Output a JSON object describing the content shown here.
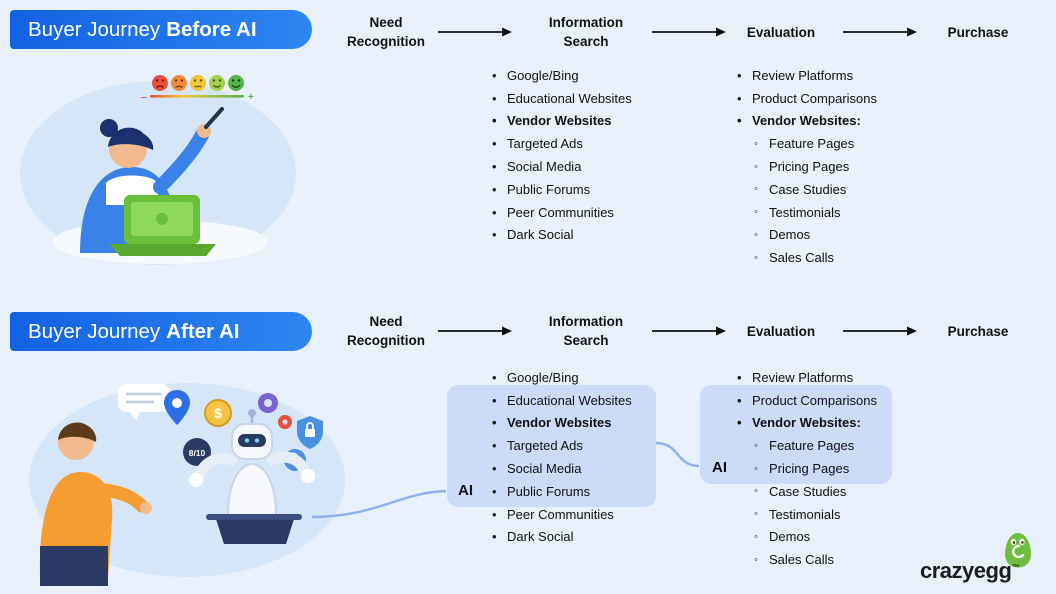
{
  "colors": {
    "background": "#e8f1fb",
    "banner_gradient_start": "#1261e2",
    "banner_gradient_end": "#2e86f2",
    "highlight_box": "#ccdcf8",
    "accent_blue": "#2f6fe4",
    "arrow_black": "#111111",
    "logo_green": "#6fbf3e"
  },
  "banners": {
    "before": {
      "regular": "Buyer Journey",
      "bold": "Before AI"
    },
    "after": {
      "regular": "Buyer Journey",
      "bold": "After AI"
    }
  },
  "stages": {
    "need_recognition": "Need Recognition",
    "information_search": "Information Search",
    "evaluation": "Evaluation",
    "purchase": "Purchase"
  },
  "information_search_items": [
    {
      "text": "Google/Bing",
      "bold": false,
      "level": 1
    },
    {
      "text": "Educational Websites",
      "bold": false,
      "level": 1
    },
    {
      "text": "Vendor Websites",
      "bold": true,
      "level": 1
    },
    {
      "text": "Targeted Ads",
      "bold": false,
      "level": 1
    },
    {
      "text": "Social Media",
      "bold": false,
      "level": 1
    },
    {
      "text": "Public Forums",
      "bold": false,
      "level": 1
    },
    {
      "text": "Peer Communities",
      "bold": false,
      "level": 1
    },
    {
      "text": "Dark Social",
      "bold": false,
      "level": 1
    }
  ],
  "evaluation_items": [
    {
      "text": "Review Platforms",
      "bold": false,
      "level": 1
    },
    {
      "text": "Product Comparisons",
      "bold": false,
      "level": 1
    },
    {
      "text": "Vendor Websites:",
      "bold": true,
      "level": 1
    },
    {
      "text": "Feature Pages",
      "bold": false,
      "level": 2
    },
    {
      "text": "Pricing Pages",
      "bold": false,
      "level": 2
    },
    {
      "text": "Case Studies",
      "bold": false,
      "level": 2
    },
    {
      "text": "Testimonials",
      "bold": false,
      "level": 2
    },
    {
      "text": "Demos",
      "bold": false,
      "level": 2
    },
    {
      "text": "Sales Calls",
      "bold": false,
      "level": 2
    }
  ],
  "ai_label": "AI",
  "illustration": {
    "rating_badge": "8/10",
    "scale_minus": "–",
    "scale_plus": "+",
    "dollar": "$"
  },
  "logo": {
    "text": "crazyegg",
    "tm": "™"
  }
}
